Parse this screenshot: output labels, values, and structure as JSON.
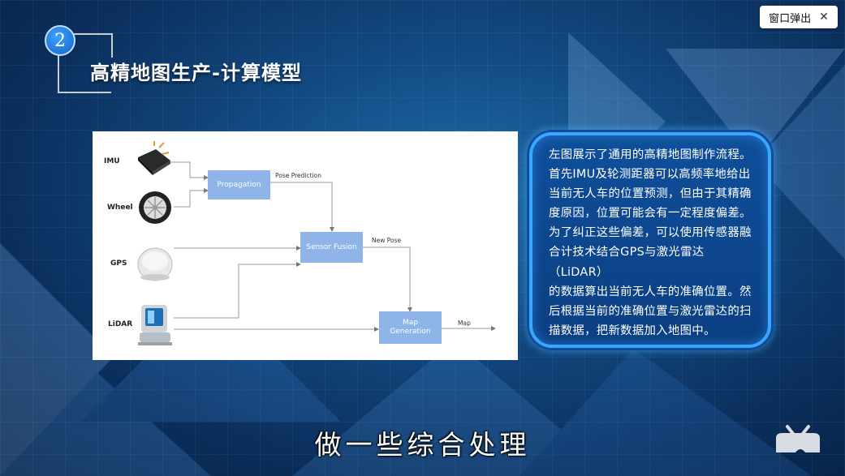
{
  "popup": {
    "label": "窗口弹出",
    "close": "✕"
  },
  "section": {
    "number": "2",
    "title": "高精地图生产-计算模型"
  },
  "diagram": {
    "sources": [
      "IMU",
      "Wheel",
      "GPS",
      "LiDAR"
    ],
    "nodes": {
      "propagation": "Propagation",
      "sensor_fusion": "Sensor Fusion",
      "map_generation_1": "Map",
      "map_generation_2": "Generation"
    },
    "arrows": {
      "pose_prediction": "Pose Prediction",
      "new_pose": "New Pose",
      "map": "Map"
    }
  },
  "description": {
    "lines": [
      "左图展示了通用的高精地图制作流程。",
      "首先IMU及轮测距器可以高频率地给出",
      "当前无人车的位置预测，但由于其精确",
      "度原因，位置可能会有一定程度偏差。",
      "为了纠正这些偏差，可以使用传感器融",
      "合计技术结合GPS与激光雷达（LiDAR）",
      "的数据算出当前无人车的准确位置。然",
      "后根据当前的准确位置与激光雷达的扫",
      "描数据，把新数据加入地图中。"
    ]
  },
  "subtitle": "做一些综合处理",
  "colors": {
    "accent": "#3aa7ff",
    "node": "#8fb4e8",
    "background": "#124a82"
  },
  "icons": {
    "close": "close-icon",
    "logo": "tv-logo-icon"
  }
}
